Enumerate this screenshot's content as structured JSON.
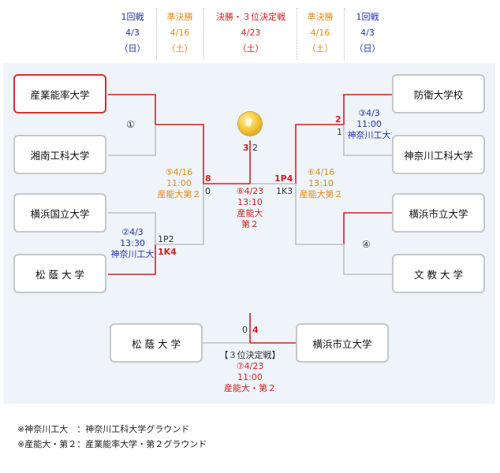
{
  "header": [
    {
      "round": "1回戦",
      "date": "4/3",
      "day": "（日）",
      "color": "#2233aa"
    },
    {
      "round": "準決勝",
      "date": "4/16",
      "day": "（土）",
      "color": "#e08a1a"
    },
    {
      "round": "決勝・３位決定戦",
      "date": "4/23",
      "day": "（土）",
      "color": "#d42020"
    },
    {
      "round": "準決勝",
      "date": "4/16",
      "day": "（土）",
      "color": "#e08a1a"
    },
    {
      "round": "1回戦",
      "date": "4/3",
      "day": "（日）",
      "color": "#2233aa"
    }
  ],
  "teams": {
    "left": [
      "産業能率大学",
      "湘南工科大学",
      "横浜国立大学",
      "松 蔭 大 学"
    ],
    "right": [
      "防衛大学校",
      "神奈川工科大学",
      "横浜市立大学",
      "文 教 大 学"
    ],
    "third_left": "松 蔭 大 学",
    "third_right": "横浜市立大学"
  },
  "matches": {
    "m1": {
      "label": "①"
    },
    "m2": {
      "label": "②4/3",
      "time": "13:30",
      "venue": "神奈川工大",
      "score_top": "1P2",
      "score_bottom": "1K4"
    },
    "m3": {
      "label": "③4/3",
      "time": "11:00",
      "venue": "神奈川工大",
      "score_top": "2",
      "score_bottom": "1"
    },
    "m4": {
      "label": "④"
    },
    "m5": {
      "label": "⑤4/16",
      "time": "11:00",
      "venue": "産能大第２",
      "score_top": "8",
      "score_bottom": "0"
    },
    "m6": {
      "label": "⑥4/16",
      "time": "13:10",
      "venue": "産能大第２",
      "score_top": "1P4",
      "score_bottom": "1K3"
    },
    "m8": {
      "label": "⑧4/23",
      "time": "13:10",
      "venue_line1": "産能大",
      "venue_line2": "第２",
      "score_left": "3",
      "score_right": "2"
    },
    "m7": {
      "title": "【３位決定戦】",
      "label": "⑦4/23",
      "time": "11:00",
      "venue": "産能大・第２",
      "score_left": "0",
      "score_right": "4"
    }
  },
  "notes": [
    "※神奈川工大　：神奈川工科大学グラウンド",
    "※産能大・第２：産業能率大学・第２グラウンド"
  ],
  "colors": {
    "win": "#d42020",
    "line": "#c0c0c0",
    "orange": "#e08a1a",
    "blue": "#2233aa",
    "panel": "#eef4f9"
  }
}
